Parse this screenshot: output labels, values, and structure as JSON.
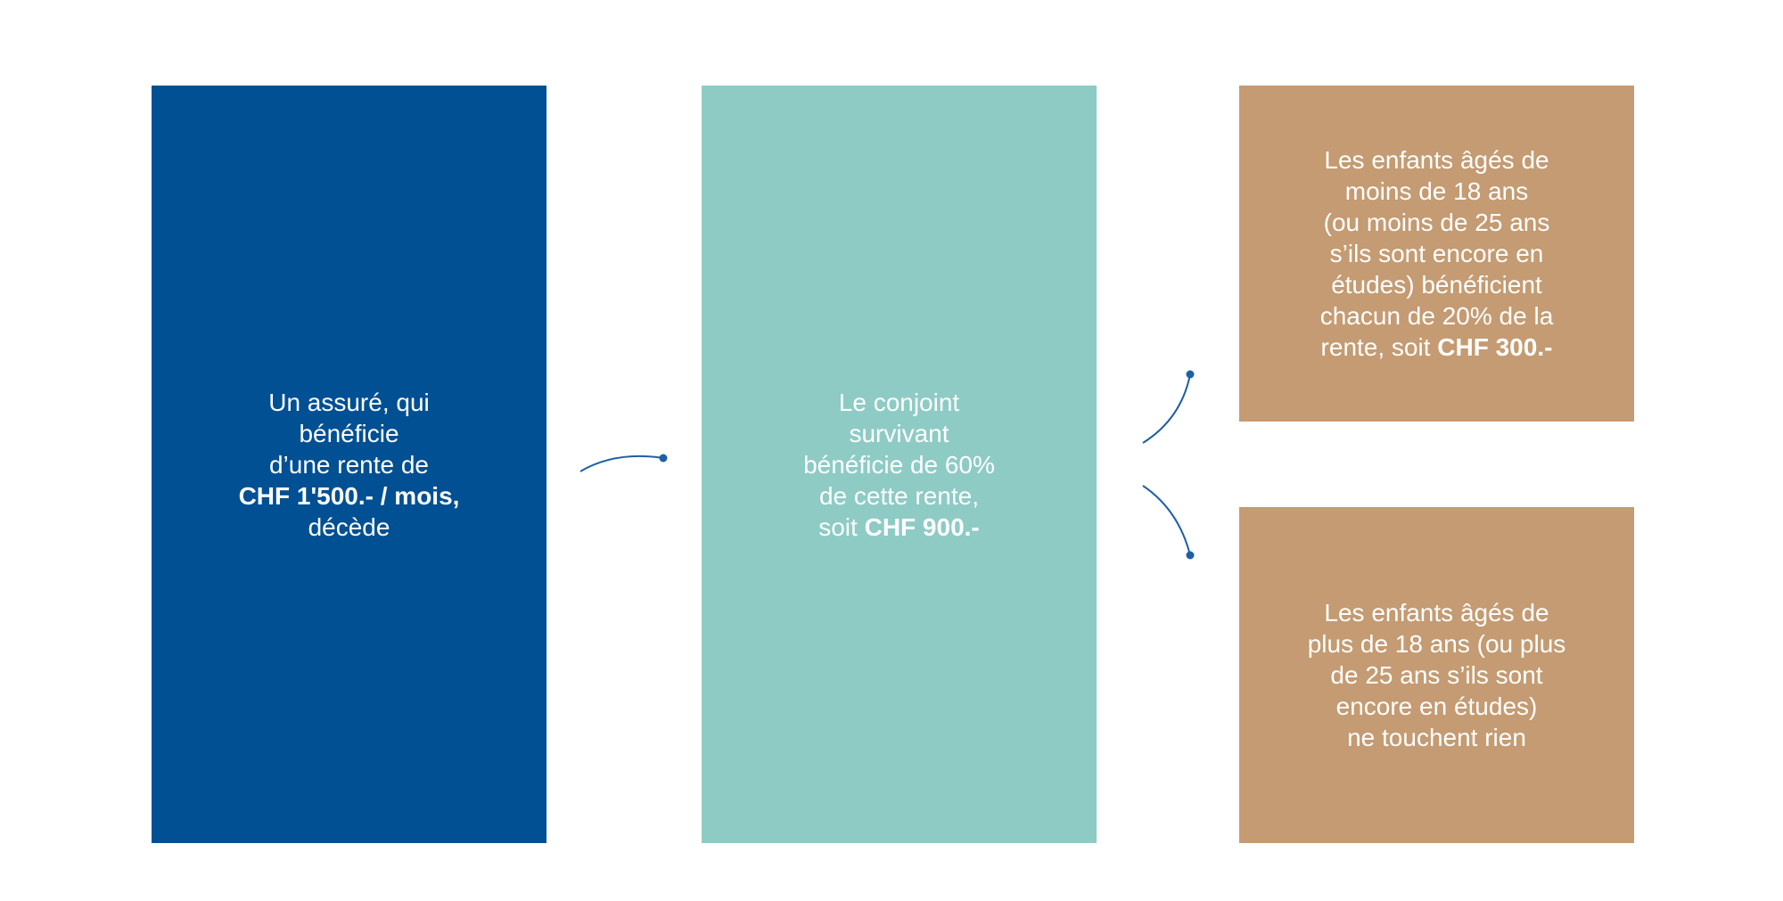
{
  "boxes": {
    "insured": {
      "lines": [
        "Un assuré, qui",
        "bénéficie",
        "d’une rente de"
      ],
      "bold": "CHF 1'500.- / mois,",
      "after": "décède"
    },
    "spouse": {
      "lines": [
        "Le conjoint",
        "survivant",
        "bénéficie de 60%",
        "de cette rente,"
      ],
      "prefix": "soit ",
      "bold": "CHF 900.-"
    },
    "children_young": {
      "lines": [
        "Les enfants âgés de",
        "moins de 18 ans",
        "(ou moins de 25 ans",
        "s’ils sont encore en",
        "études) bénéficient",
        "chacun de 20% de la"
      ],
      "prefix": "rente, soit ",
      "bold": "CHF 300.-"
    },
    "children_old": {
      "lines": [
        "Les enfants âgés de",
        "plus de 18 ans (ou plus",
        "de 25 ans s’ils sont",
        "encore en études)",
        "ne touchent rien"
      ]
    }
  },
  "colors": {
    "blue": "#005093",
    "teal": "#8ecbc5",
    "tan": "#c49b72",
    "connector": "#1f5fa5"
  }
}
